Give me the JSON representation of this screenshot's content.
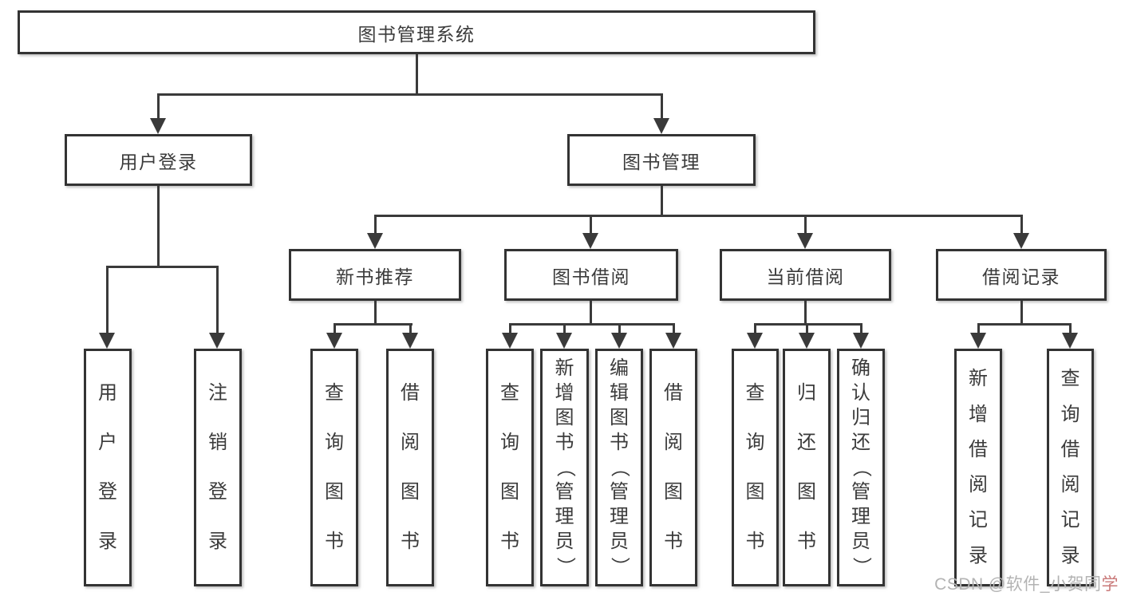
{
  "tree": {
    "root": {
      "label": "图书管理系统"
    },
    "user_login": {
      "label": "用户登录",
      "children": [
        {
          "label": "用户登录"
        },
        {
          "label": "注销登录"
        }
      ]
    },
    "book_mgmt": {
      "label": "图书管理",
      "sections": {
        "new_book": {
          "label": "新书推荐",
          "children": [
            {
              "label": "查询图书"
            },
            {
              "label": "借阅图书"
            }
          ]
        },
        "borrow": {
          "label": "图书借阅",
          "children": [
            {
              "label": "查询图书"
            },
            {
              "label": "新增图书（管理员）"
            },
            {
              "label": "编辑图书（管理员）"
            },
            {
              "label": "借阅图书"
            }
          ]
        },
        "current": {
          "label": "当前借阅",
          "children": [
            {
              "label": "查询图书"
            },
            {
              "label": "归还图书"
            },
            {
              "label": "确认归还（管理员）"
            }
          ]
        },
        "records": {
          "label": "借阅记录",
          "children": [
            {
              "label": "新增借阅记录"
            },
            {
              "label": "查询借阅记录"
            }
          ]
        }
      }
    }
  },
  "watermark": {
    "text": "CSDN @软件_小贺同学",
    "gray_part": "CSDN @软件_小贺同",
    "accent_part": "学"
  },
  "colors": {
    "background": "#ffffff",
    "line": "#3a3a3a",
    "border": "#333333",
    "text": "#3b3b3b",
    "watermark_gray": "#b3b3b3",
    "watermark_accent": "#c97878"
  }
}
